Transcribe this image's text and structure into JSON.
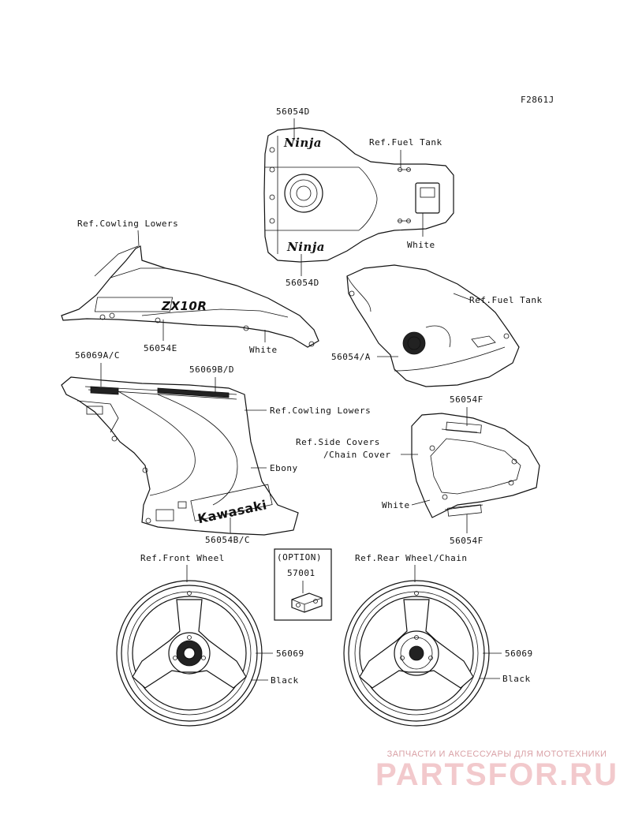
{
  "figure_id": "F2861J",
  "labels": {
    "tank_top_part": "56054D",
    "tank_bottom_part": "56054D",
    "ref_fuel_tank_1": "Ref.Fuel Tank",
    "white_tank": "White",
    "ref_cowling_lowers_1": "Ref.Cowling Lowers",
    "cowl_part": "56054E",
    "white_cowl": "White",
    "ref_fuel_tank_2": "Ref.Fuel Tank",
    "side_tank_part": "56054/A",
    "fairing_top_left": "56069A/C",
    "fairing_top_right": "56069B/D",
    "ref_cowling_lowers_2": "Ref.Cowling Lowers",
    "ebony": "Ebony",
    "fairing_bottom": "56054B/C",
    "side_cover_top": "56054F",
    "ref_side_covers": "Ref.Side Covers",
    "chain_cover": "/Chain Cover",
    "white_side": "White",
    "side_cover_bottom": "56054F",
    "option": "(OPTION)",
    "option_part": "57001",
    "ref_front_wheel": "Ref.Front Wheel",
    "front_wheel_part": "56069",
    "front_black": "Black",
    "ref_rear_wheel": "Ref.Rear Wheel/Chain",
    "rear_wheel_part": "56069",
    "rear_black": "Black"
  },
  "decal_text": {
    "ninja": "Ninja",
    "zx10r": "ZX10R",
    "kawasaki": "Kawasaki"
  },
  "watermark": {
    "tagline": "ЗАПЧАСТИ И АКСЕССУАРЫ ДЛЯ МОТОТЕХНИКИ",
    "brand": "PARTSFOR.RU",
    "color": "#f2c9cc"
  }
}
